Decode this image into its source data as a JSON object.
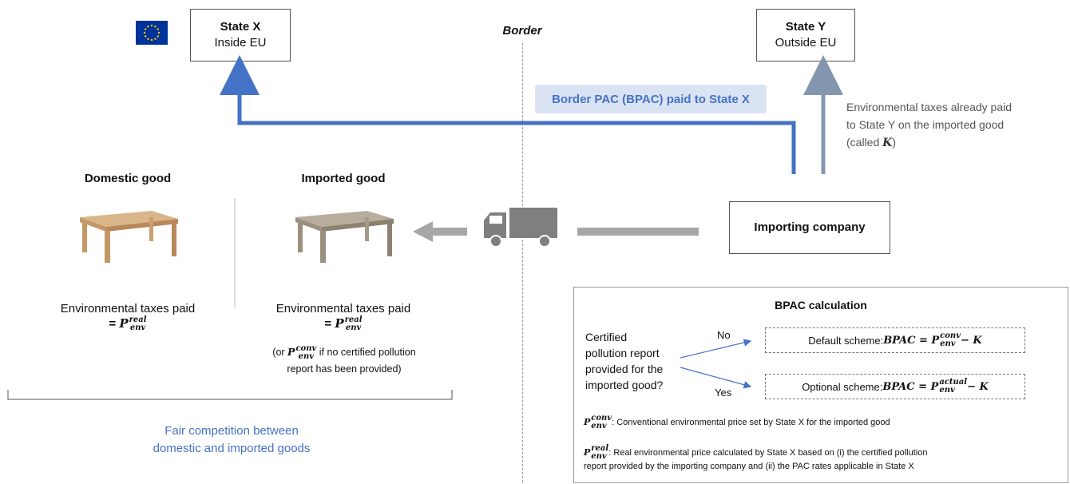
{
  "border_label": "Border",
  "state_x": {
    "name": "State X",
    "sub": "Inside EU"
  },
  "state_y": {
    "name": "State Y",
    "sub": "Outside EU"
  },
  "bpac_paid_label": "Border PAC (BPAC) paid to State X",
  "env_taxes_note": {
    "line1": "Environmental taxes already paid",
    "line2": "to State Y on the imported good",
    "line3_pre": "(called ",
    "line3_var": "K",
    "line3_post": ")"
  },
  "importing_company": "Importing company",
  "domestic": {
    "title": "Domestic good",
    "taxes_label": "Environmental taxes paid",
    "eq": "= "
  },
  "imported": {
    "title": "Imported good",
    "taxes_label": "Environmental taxes paid",
    "eq": "= ",
    "note_pre": "(or ",
    "note_post": " if no certified pollution",
    "note_line2": "report has been provided)"
  },
  "fair_competition": {
    "line1": "Fair competition between",
    "line2": "domestic and imported goods"
  },
  "bpac_calc": {
    "title": "BPAC calculation",
    "question": [
      "Certified",
      "pollution report",
      "provided for the",
      "imported good?"
    ],
    "no": "No",
    "yes": "Yes",
    "default_prefix": "Default scheme: ",
    "optional_prefix": "Optional scheme: ",
    "formula_lhs": "BPAC = P",
    "formula_rhs": " − K",
    "conv_desc": ": Conventional environmental price set by State X for the imported good",
    "real_desc_1": ": Real environmental price calculated by State X based on (i) the certified pollution",
    "real_desc_2": "report provided by the importing company and (ii) the PAC rates applicable in State X"
  },
  "math": {
    "P": "P",
    "env": "env",
    "real": "real",
    "conv": "conv",
    "actual": "actual"
  },
  "colors": {
    "blue_arrow": "#4472c4",
    "gray_arrow": "#8497b0",
    "truck": "#7f7f7f",
    "bpac_bg": "#dae3f3"
  },
  "icons": {
    "flag": "eu-flag-icon",
    "truck": "truck-icon",
    "table": "table-icon"
  }
}
